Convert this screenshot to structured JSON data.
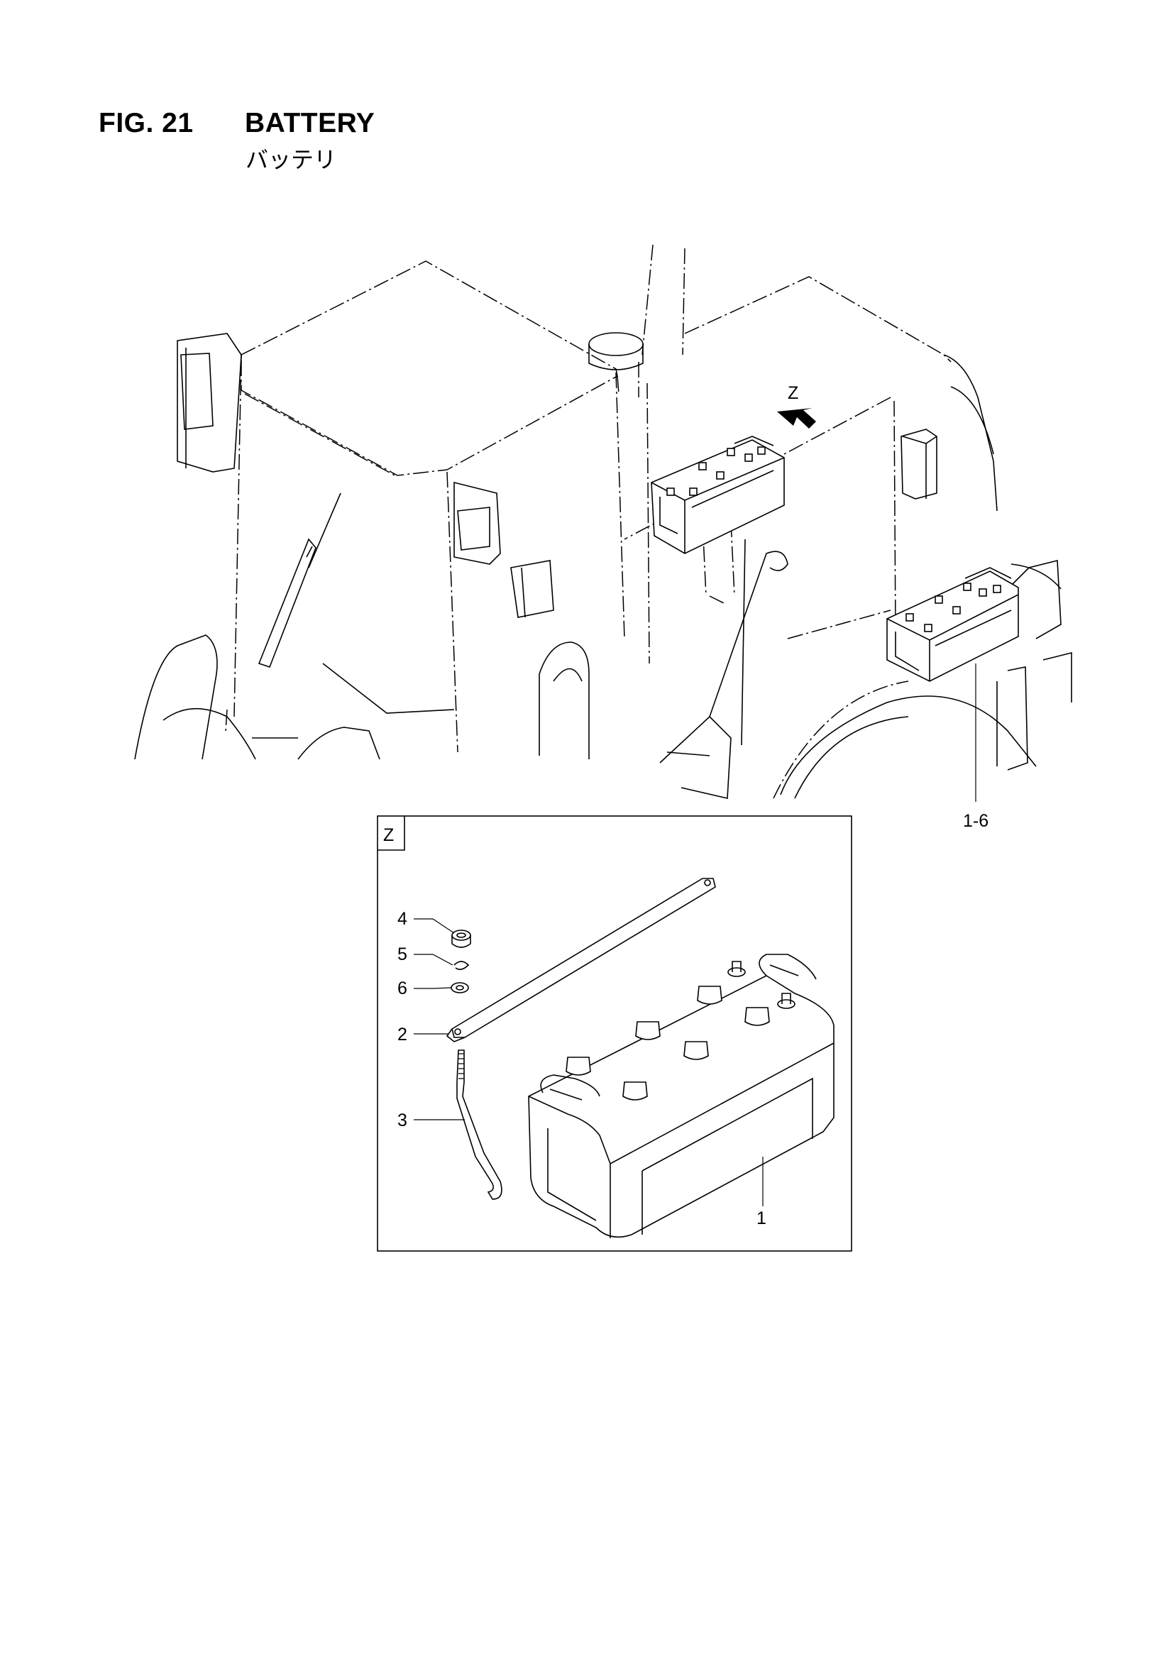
{
  "figure": {
    "number": "FIG. 21",
    "title": "BATTERY",
    "subtitle": "バッテリ"
  },
  "view": {
    "arrow_label": "Z",
    "detail_box_label": "Z"
  },
  "callouts": [
    {
      "id": "1-6",
      "label": "1-6"
    },
    {
      "id": "1",
      "label": "1"
    },
    {
      "id": "2",
      "label": "2"
    },
    {
      "id": "3",
      "label": "3"
    },
    {
      "id": "4",
      "label": "4"
    },
    {
      "id": "5",
      "label": "5"
    },
    {
      "id": "6",
      "label": "6"
    }
  ]
}
